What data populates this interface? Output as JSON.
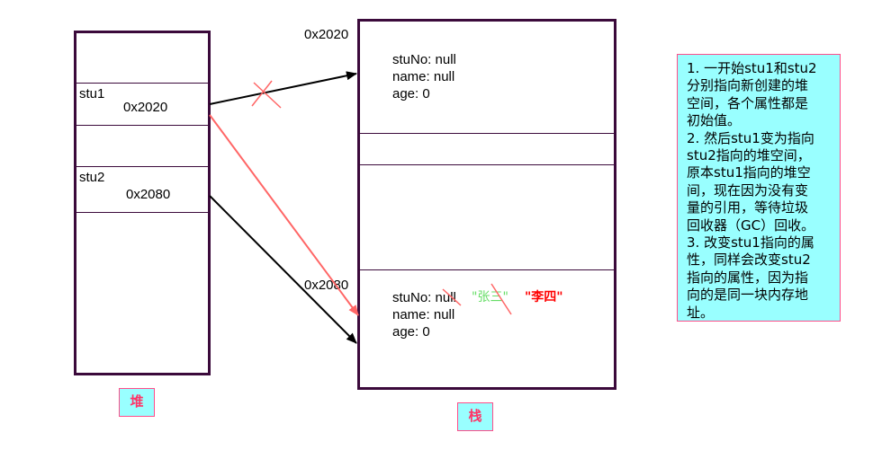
{
  "heap_box": {
    "stu1_label": "stu1",
    "stu1_value": "0x2020",
    "stu2_label": "stu2",
    "stu2_value": "0x2080"
  },
  "stack_box": {
    "obj1_address": "0x2020",
    "obj1_fields": [
      "stuNo: null",
      "name: null",
      "age: 0"
    ],
    "obj2_address": "0x2080",
    "obj2_stuno": "stuNo: null",
    "obj2_old_name": "\"张三\"",
    "obj2_new_name": "\"李四\"",
    "obj2_name": "name: null",
    "obj2_age": "age: 0"
  },
  "labels": {
    "heap_tag": "堆",
    "stack_tag": "栈"
  },
  "note_lines": [
    "1. 一开始stu1和stu2",
    "分别指向新创建的堆",
    "空间，各个属性都是",
    "初始值。",
    "2. 然后stu1变为指向",
    "stu2指向的堆空间，",
    "原本stu1指向的堆空",
    "间，现在因为没有变",
    "量的引用，等待垃圾",
    "回收器（GC）回收。",
    "3. 改变stu1指向的属",
    "性，同样会改变stu2",
    "指向的属性，因为指",
    "向的是同一块内存地",
    "址。"
  ],
  "colors": {
    "border": "#3b0a3b",
    "note_bg": "#99ffff",
    "note_border": "#ff4d8a",
    "red_arrow": "#ff6666",
    "green_text": "#66dd66",
    "red_text": "#ff0000"
  }
}
